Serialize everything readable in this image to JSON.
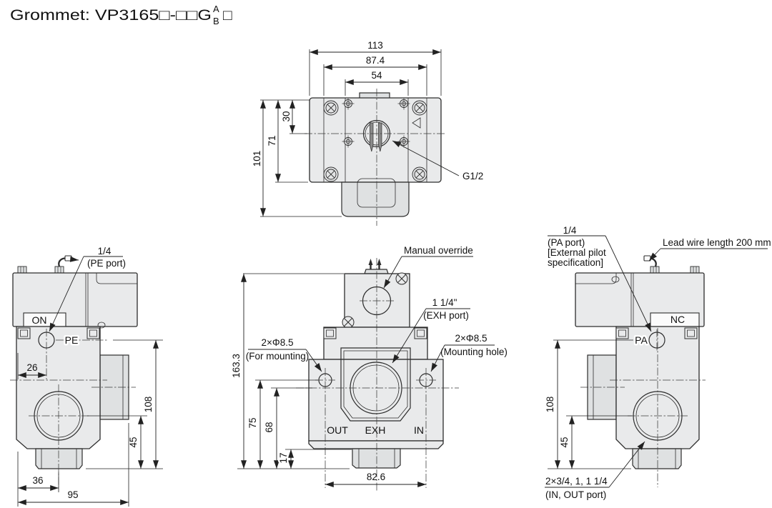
{
  "title": {
    "main": "Grommet: VP3165□-□□G",
    "sup": "A",
    "sub": "B",
    "suffix": "□"
  },
  "colors": {
    "line": "#2d2d2d",
    "body_fill": "#e9eaeb",
    "body_fill_dark": "#dfe1e2",
    "background": "#ffffff"
  },
  "top_view": {
    "dim_113": "113",
    "dim_87_4": "87.4",
    "dim_54": "54",
    "dim_30": "30",
    "dim_71": "71",
    "dim_101": "101",
    "connector_label": "G1/2"
  },
  "front_view": {
    "callout_manual_override": "Manual override",
    "callout_exh_size": "1 1/4\"",
    "callout_exh_port": "(EXH port)",
    "callout_mount_left_size": "2×Φ8.5",
    "callout_mount_left_note": "(For mounting)",
    "callout_mount_right_size": "2×Φ8.5",
    "callout_mount_right_note": "(Mounting hole)",
    "port_out": "OUT",
    "port_exh": "EXH",
    "port_in": "IN",
    "dim_163_3": "163.3",
    "dim_75": "75",
    "dim_68": "68",
    "dim_17": "17",
    "dim_82_6": "82.6"
  },
  "left_view": {
    "callout_size": "1/4",
    "callout_port": "(PE port)",
    "label_on": "ON",
    "label_pe": "PE",
    "dim_26": "26",
    "dim_36": "36",
    "dim_95": "95",
    "dim_45": "45",
    "dim_108": "108"
  },
  "right_view": {
    "callout_size": "1/4",
    "callout_port": "(PA port)",
    "callout_pilot_1": "[External pilot",
    "callout_pilot_2": "specification]",
    "callout_lead_wire": "Lead wire length 200 mm",
    "label_nc": "NC",
    "label_pa": "PA",
    "dim_108": "108",
    "dim_45": "45",
    "callout_in_out_size": "2×3/4, 1, 1 1/4",
    "callout_in_out_port": "(IN, OUT port)"
  }
}
